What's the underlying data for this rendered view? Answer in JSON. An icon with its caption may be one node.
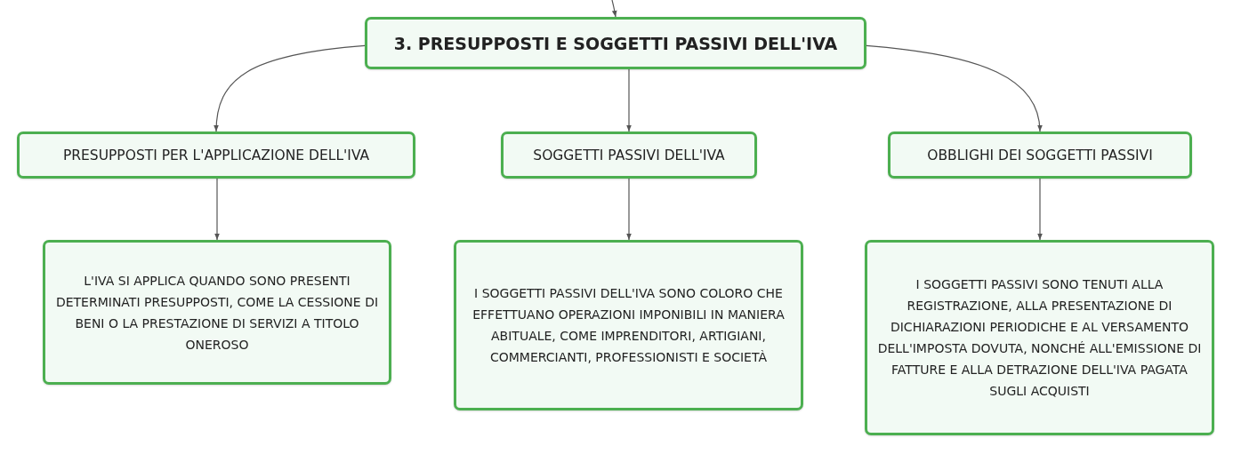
{
  "diagram": {
    "nodes": [
      {
        "text": [
          "3. PRESUPPOSTI E SOGGETTI PASSIVI DELL'IVA"
        ]
      },
      {
        "text": [
          "PRESUPPOSTI PER L'APPLICAZIONE DELL'IVA"
        ]
      },
      {
        "text": [
          "SOGGETTI PASSIVI DELL'IVA"
        ]
      },
      {
        "text": [
          "OBBLIGHI DEI SOGGETTI PASSIVI"
        ]
      },
      {
        "text": [
          "L'IVA SI APPLICA QUANDO SONO PRESENTI DETERMINATI PRESUPPOSTI, COME LA CESSIONE DI BENI O LA PRESTAZIONE DI SERVIZI A TITOLO ONEROSO"
        ]
      },
      {
        "text": [
          "I SOGGETTI PASSIVI DELL'IVA SONO COLORO CHE EFFETTUANO OPERAZIONI IMPONIBILI IN MANIERA ABITUALE, COME IMPRENDITORI, ARTIGIANI, COMMERCIANTI, PROFESSIONISTI E SOCIETÀ"
        ]
      },
      {
        "text": [
          "I SOGGETTI PASSIVI SONO TENUTI ALLA REGISTRAZIONE, ALLA PRESENTAZIONE DI DICHIARAZIONI PERIODICHE E AL VERSAMENTO DELL'IMPOSTA DOVUTA, NONCHÉ ALL'EMISSIONE DI FATTURE E ALLA DETRAZIONE DELL'IVA PAGATA SUGLI ACQUISTI"
        ]
      }
    ],
    "edges": [
      {
        "from": null,
        "to": 0,
        "arrow": "to"
      },
      {
        "from": 0,
        "to": 1,
        "arrow": "to"
      },
      {
        "from": 0,
        "to": 2,
        "arrow": "to"
      },
      {
        "from": 0,
        "to": 3,
        "arrow": "to"
      },
      {
        "from": 1,
        "to": 4,
        "arrow": "to"
      },
      {
        "from": 2,
        "to": 5,
        "arrow": "to"
      },
      {
        "from": 3,
        "to": 6,
        "arrow": "to"
      }
    ]
  }
}
